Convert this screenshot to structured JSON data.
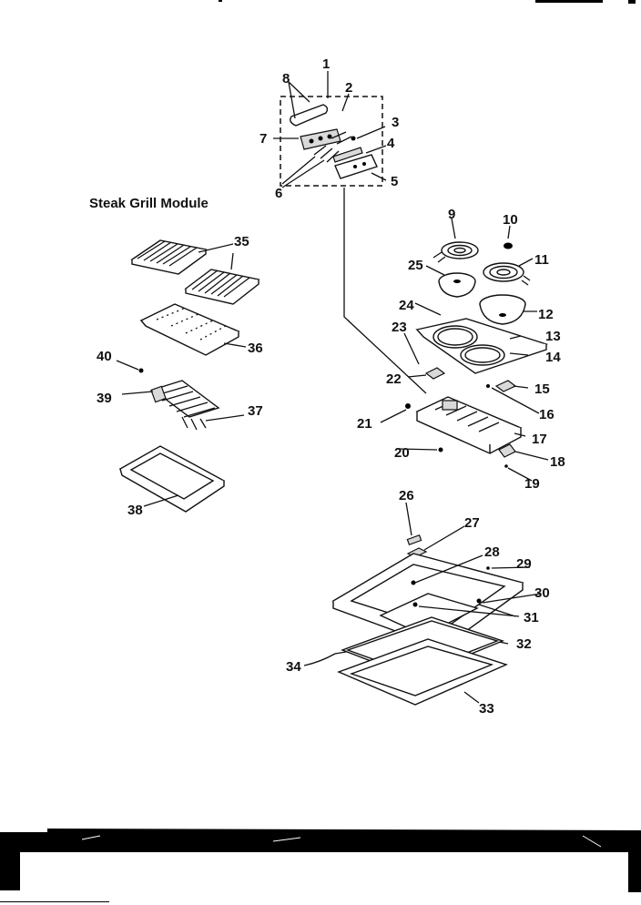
{
  "module_title": "Steak Grill  Module",
  "callouts": [
    "1",
    "2",
    "3",
    "4",
    "5",
    "6",
    "7",
    "8",
    "9",
    "10",
    "11",
    "12",
    "13",
    "14",
    "15",
    "16",
    "17",
    "18",
    "19",
    "20",
    "21",
    "22",
    "23",
    "24",
    "25",
    "26",
    "27",
    "28",
    "29",
    "30",
    "31",
    "32",
    "33",
    "34",
    "35",
    "36",
    "37",
    "38",
    "39",
    "40"
  ]
}
